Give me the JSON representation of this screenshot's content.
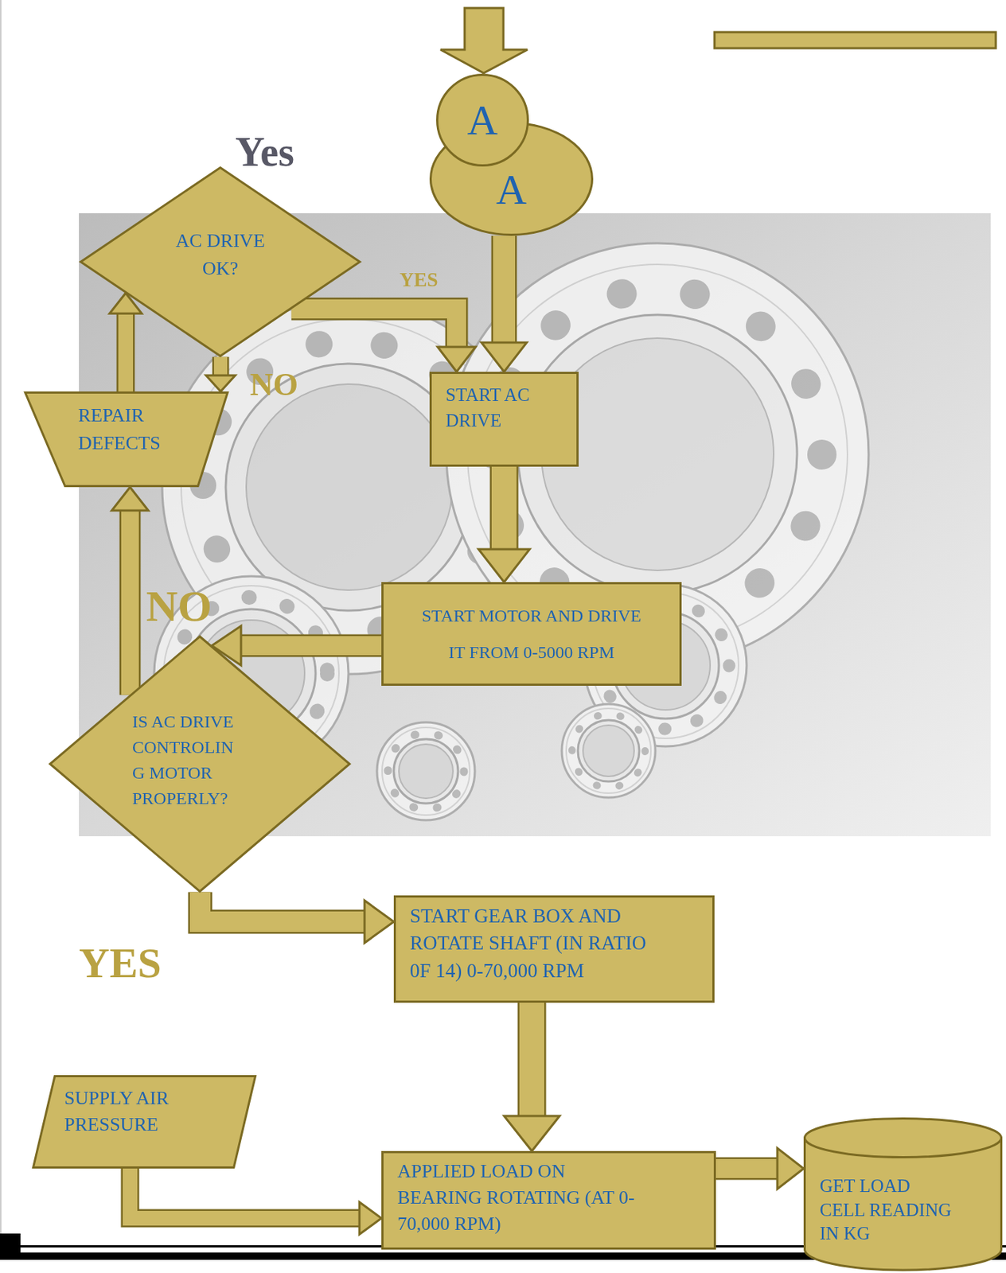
{
  "diagram": {
    "nodes": [
      {
        "text": [
          "A"
        ]
      },
      {
        "text": [
          "A"
        ]
      },
      {
        "text": [
          "AC DRIVE OK?"
        ]
      },
      {
        "text": [
          "REPAIR DEFECTS"
        ]
      },
      {
        "text": [
          "START AC DRIVE"
        ]
      },
      {
        "text": [
          "START MOTOR AND DRIVE IT FROM 0-5000 RPM"
        ]
      },
      {
        "text": [
          "IS AC DRIVE CONTROLIN G MOTOR PROPERLY?"
        ]
      },
      {
        "text": [
          "START GEAR BOX AND ROTATE SHAFT (IN RATIO 0F 14) 0-70,000 RPM"
        ]
      },
      {
        "text": [
          "SUPPLY AIR PRESSURE"
        ]
      },
      {
        "text": [
          "APPLIED LOAD ON BEARING ROTATING (AT 0-70,000 RPM)"
        ]
      },
      {
        "text": [
          "GET LOAD CELL READING IN KG"
        ]
      }
    ],
    "edges": [
      {
        "from": 1,
        "to": 4,
        "arrow": "to"
      },
      {
        "from": 2,
        "to": 4,
        "label": "YES",
        "arrow": "to"
      },
      {
        "from": 2,
        "to": 3,
        "label": "NO",
        "arrow": "to"
      },
      {
        "from": 3,
        "to": 2,
        "arrow": "to"
      },
      {
        "from": 4,
        "to": 5,
        "arrow": "to"
      },
      {
        "from": 5,
        "to": 6,
        "arrow": "to"
      },
      {
        "from": 6,
        "to": 3,
        "label": "NO",
        "arrow": "to"
      },
      {
        "from": 6,
        "to": 7,
        "label": "YES",
        "arrow": "to"
      },
      {
        "from": 7,
        "to": 9,
        "arrow": "to"
      },
      {
        "from": 8,
        "to": 9,
        "arrow": "to"
      },
      {
        "from": 9,
        "to": 10,
        "arrow": "to"
      }
    ],
    "labels": [
      "Yes"
    ]
  }
}
